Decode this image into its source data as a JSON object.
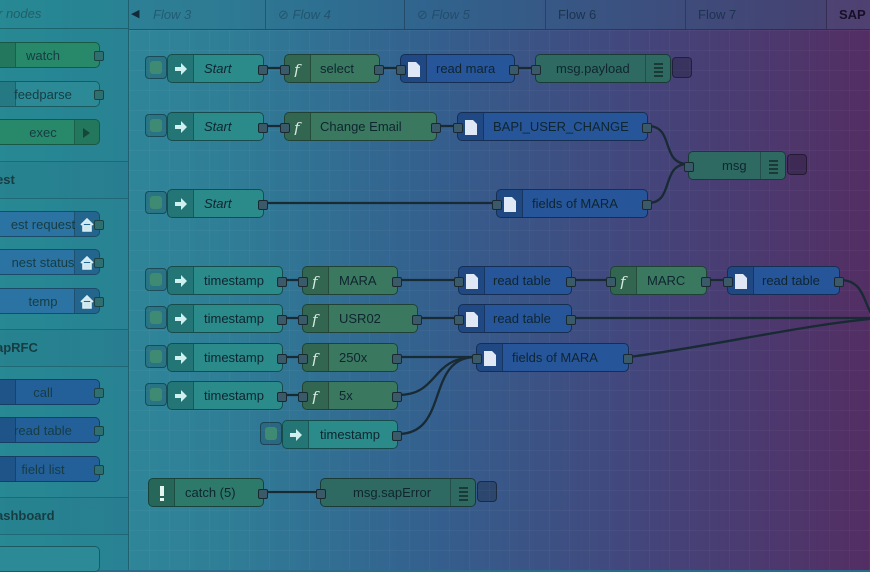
{
  "palette": {
    "search_placeholder": "r nodes",
    "nodes_top": [
      {
        "label": "watch"
      },
      {
        "label": "feedparse"
      },
      {
        "label": "exec"
      }
    ],
    "categories": [
      {
        "label": "est"
      },
      {
        "label": "apRFC"
      },
      {
        "label": "ashboard"
      }
    ],
    "rest_nodes": [
      {
        "label": "est request"
      },
      {
        "label": "nest status"
      },
      {
        "label": "temp"
      }
    ],
    "saprfc_nodes": [
      {
        "label": "call"
      },
      {
        "label": "read table"
      },
      {
        "label": "field list"
      }
    ]
  },
  "tabs": [
    {
      "label": "Flow 3"
    },
    {
      "label": "Flow 4"
    },
    {
      "label": "Flow 5"
    },
    {
      "label": "Flow 6"
    },
    {
      "label": "Flow 7"
    },
    {
      "label": "SAP"
    }
  ],
  "disabled_icon": "⊘",
  "flow": {
    "row1": {
      "inject": "Start",
      "fn": "select",
      "sap": "read mara",
      "debug": "msg.payload"
    },
    "row2": {
      "inject": "Start",
      "fn": "Change Email",
      "sap": "BAPI_USER_CHANGE"
    },
    "row2_debug": "msg",
    "row3": {
      "inject": "Start",
      "sap": "fields of MARA"
    },
    "row4": {
      "inject": "timestamp",
      "fn": "MARA",
      "sap": "read table",
      "fn2": "MARC",
      "sap2": "read table"
    },
    "row5": {
      "inject": "timestamp",
      "fn": "USR02",
      "sap": "read table"
    },
    "row6": {
      "inject": "timestamp",
      "fn": "250x",
      "sap": "fields of MARA"
    },
    "row7": {
      "inject": "timestamp",
      "fn": "5x"
    },
    "row8": {
      "inject": "timestamp"
    },
    "row9": {
      "catch": "catch (5)",
      "debug": "msg.sapError"
    }
  },
  "colors": {
    "function": "#3b7860",
    "inject": "#2b8a8a",
    "sap": "#26559a",
    "debug": "#2e6a62"
  }
}
